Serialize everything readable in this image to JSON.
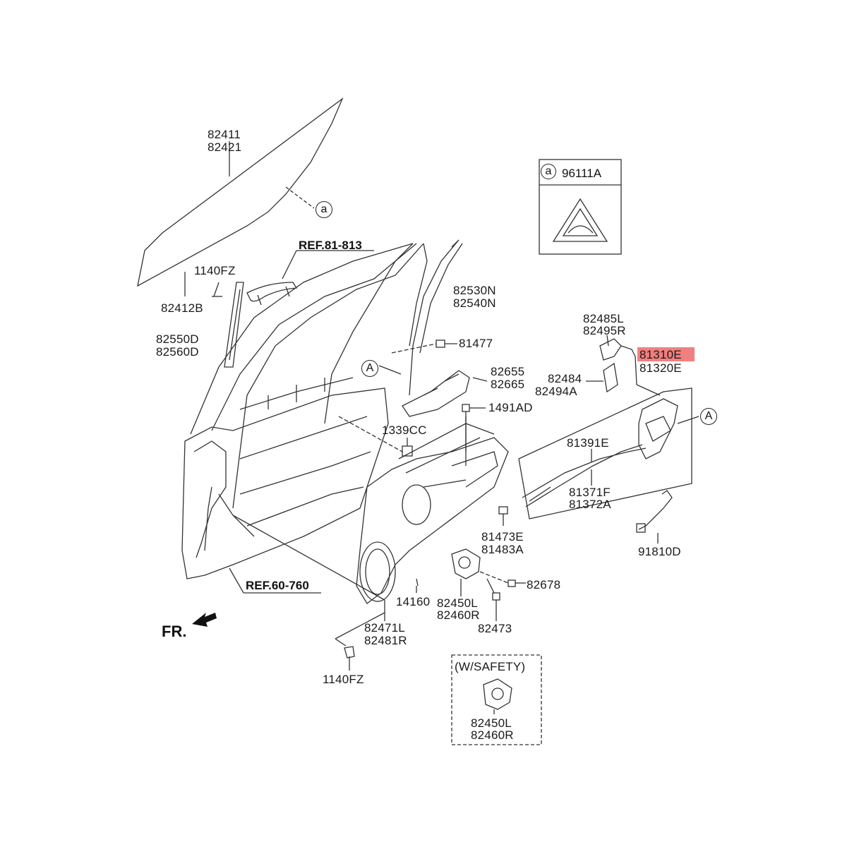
{
  "callouts": {
    "glass": [
      "82411",
      "82421"
    ],
    "glass_marker": "a",
    "label_box": {
      "marker": "a",
      "part": "96111A"
    },
    "ref_top": "REF.81-813",
    "ref_bottom": "REF.60-760",
    "bolt_top": "1140FZ",
    "bracket_top": "82412B",
    "channel_left": [
      "82550D",
      "82560D"
    ],
    "run_channel": [
      "82530N",
      "82540N"
    ],
    "clip_81477": "81477",
    "handle": [
      "82655",
      "82665"
    ],
    "nut_1491AD": "1491AD",
    "grommet": "1339CC",
    "marker_A": "A",
    "rod_clips": [
      "82485L",
      "82495R"
    ],
    "latch": [
      "81310E",
      "81320E"
    ],
    "rod_holders": [
      "82484",
      "82494A"
    ],
    "cable_inner": "81391E",
    "cables": [
      "81371F",
      "81372A"
    ],
    "clip_81473E": [
      "81473E",
      "81483A"
    ],
    "sensor": "91810D",
    "bolt_82678": "82678",
    "screw_14160": "14160",
    "regulator_motor": [
      "82450L",
      "82460R"
    ],
    "bolt_82473": "82473",
    "regulator_panel": [
      "82471L",
      "82481R"
    ],
    "bolt_bottom": "1140FZ",
    "safety_title": "(W/SAFETY)",
    "safety_motor": [
      "82450L",
      "82460R"
    ],
    "front_marker": "FR."
  },
  "highlight_color": "#f08080"
}
